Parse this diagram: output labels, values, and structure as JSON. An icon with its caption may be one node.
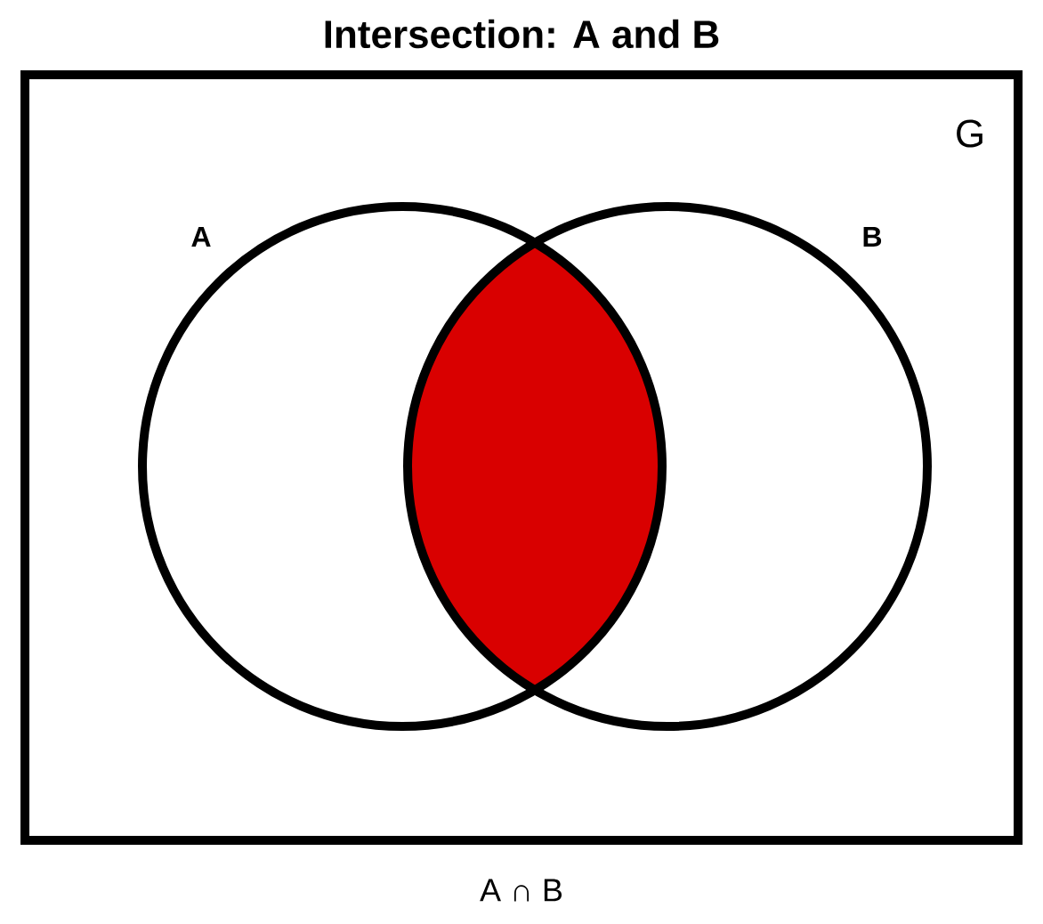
{
  "diagram": {
    "title": "Intersection: A and B",
    "caption": "A ∩ B",
    "nodes": [
      {
        "text": [
          "G"
        ]
      },
      {
        "text": [
          "A"
        ],
        "in": 0
      },
      {
        "text": [
          "B"
        ],
        "in": 0
      },
      {
        "text": [],
        "shape": "lens",
        "in": 0
      }
    ],
    "edges": []
  }
}
